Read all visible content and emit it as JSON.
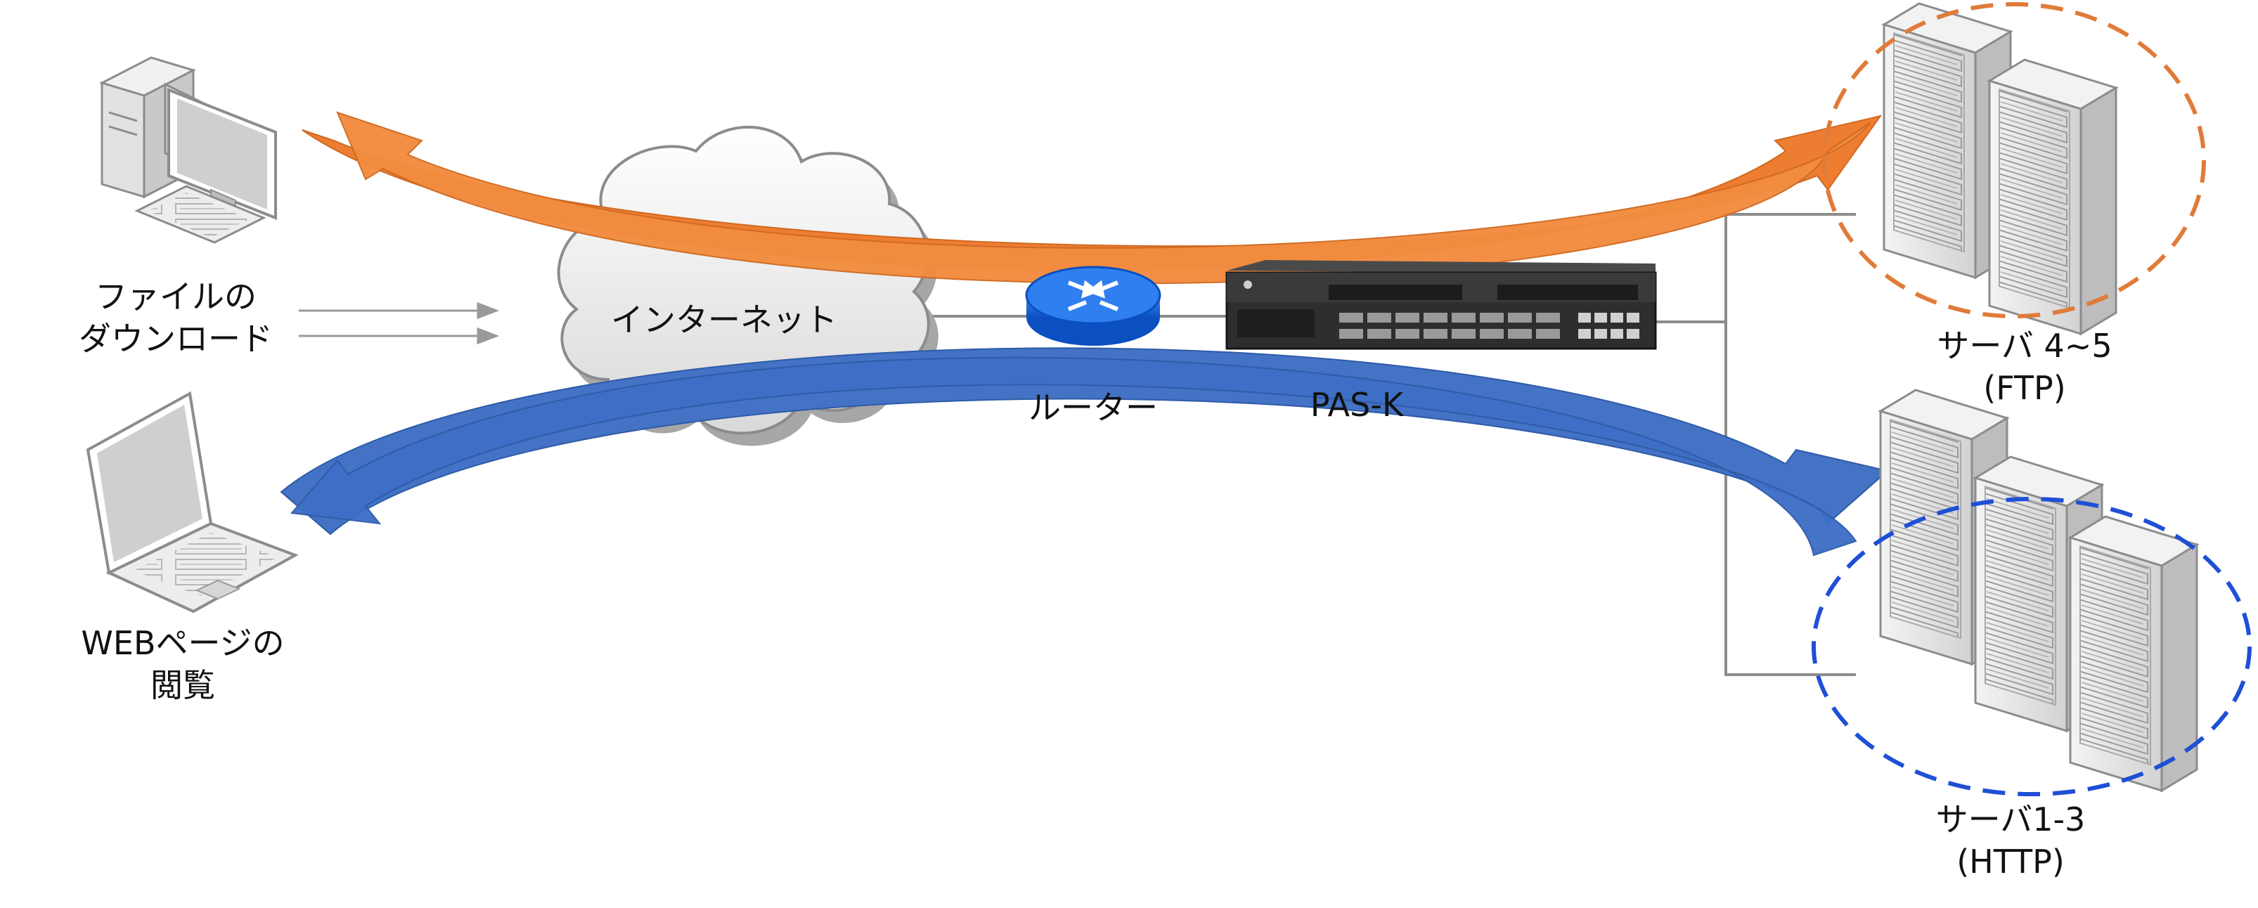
{
  "labels": {
    "download": [
      "ファイルの",
      "ダウンロード"
    ],
    "web": [
      "WEBページの",
      "閲覧"
    ],
    "internet": "インターネット",
    "router": "ルーター",
    "pas": "PAS-K",
    "ftp_servers": [
      "サーバ 4~5",
      "(FTP)"
    ],
    "http_servers": [
      "サーバ1-3",
      "(HTTP)"
    ]
  },
  "colors": {
    "ftp_flow": "#ed7d31",
    "http_flow": "#4472c4",
    "ftp_group": "#e07b39",
    "http_group": "#1f4fd6",
    "router": "#1565e0",
    "cloud": "#ececec"
  },
  "icons": {
    "desktop": "desktop-computer-icon",
    "laptop": "laptop-icon",
    "cloud": "cloud-icon",
    "router": "router-icon",
    "appliance": "rack-appliance-icon",
    "server": "server-tower-icon"
  }
}
